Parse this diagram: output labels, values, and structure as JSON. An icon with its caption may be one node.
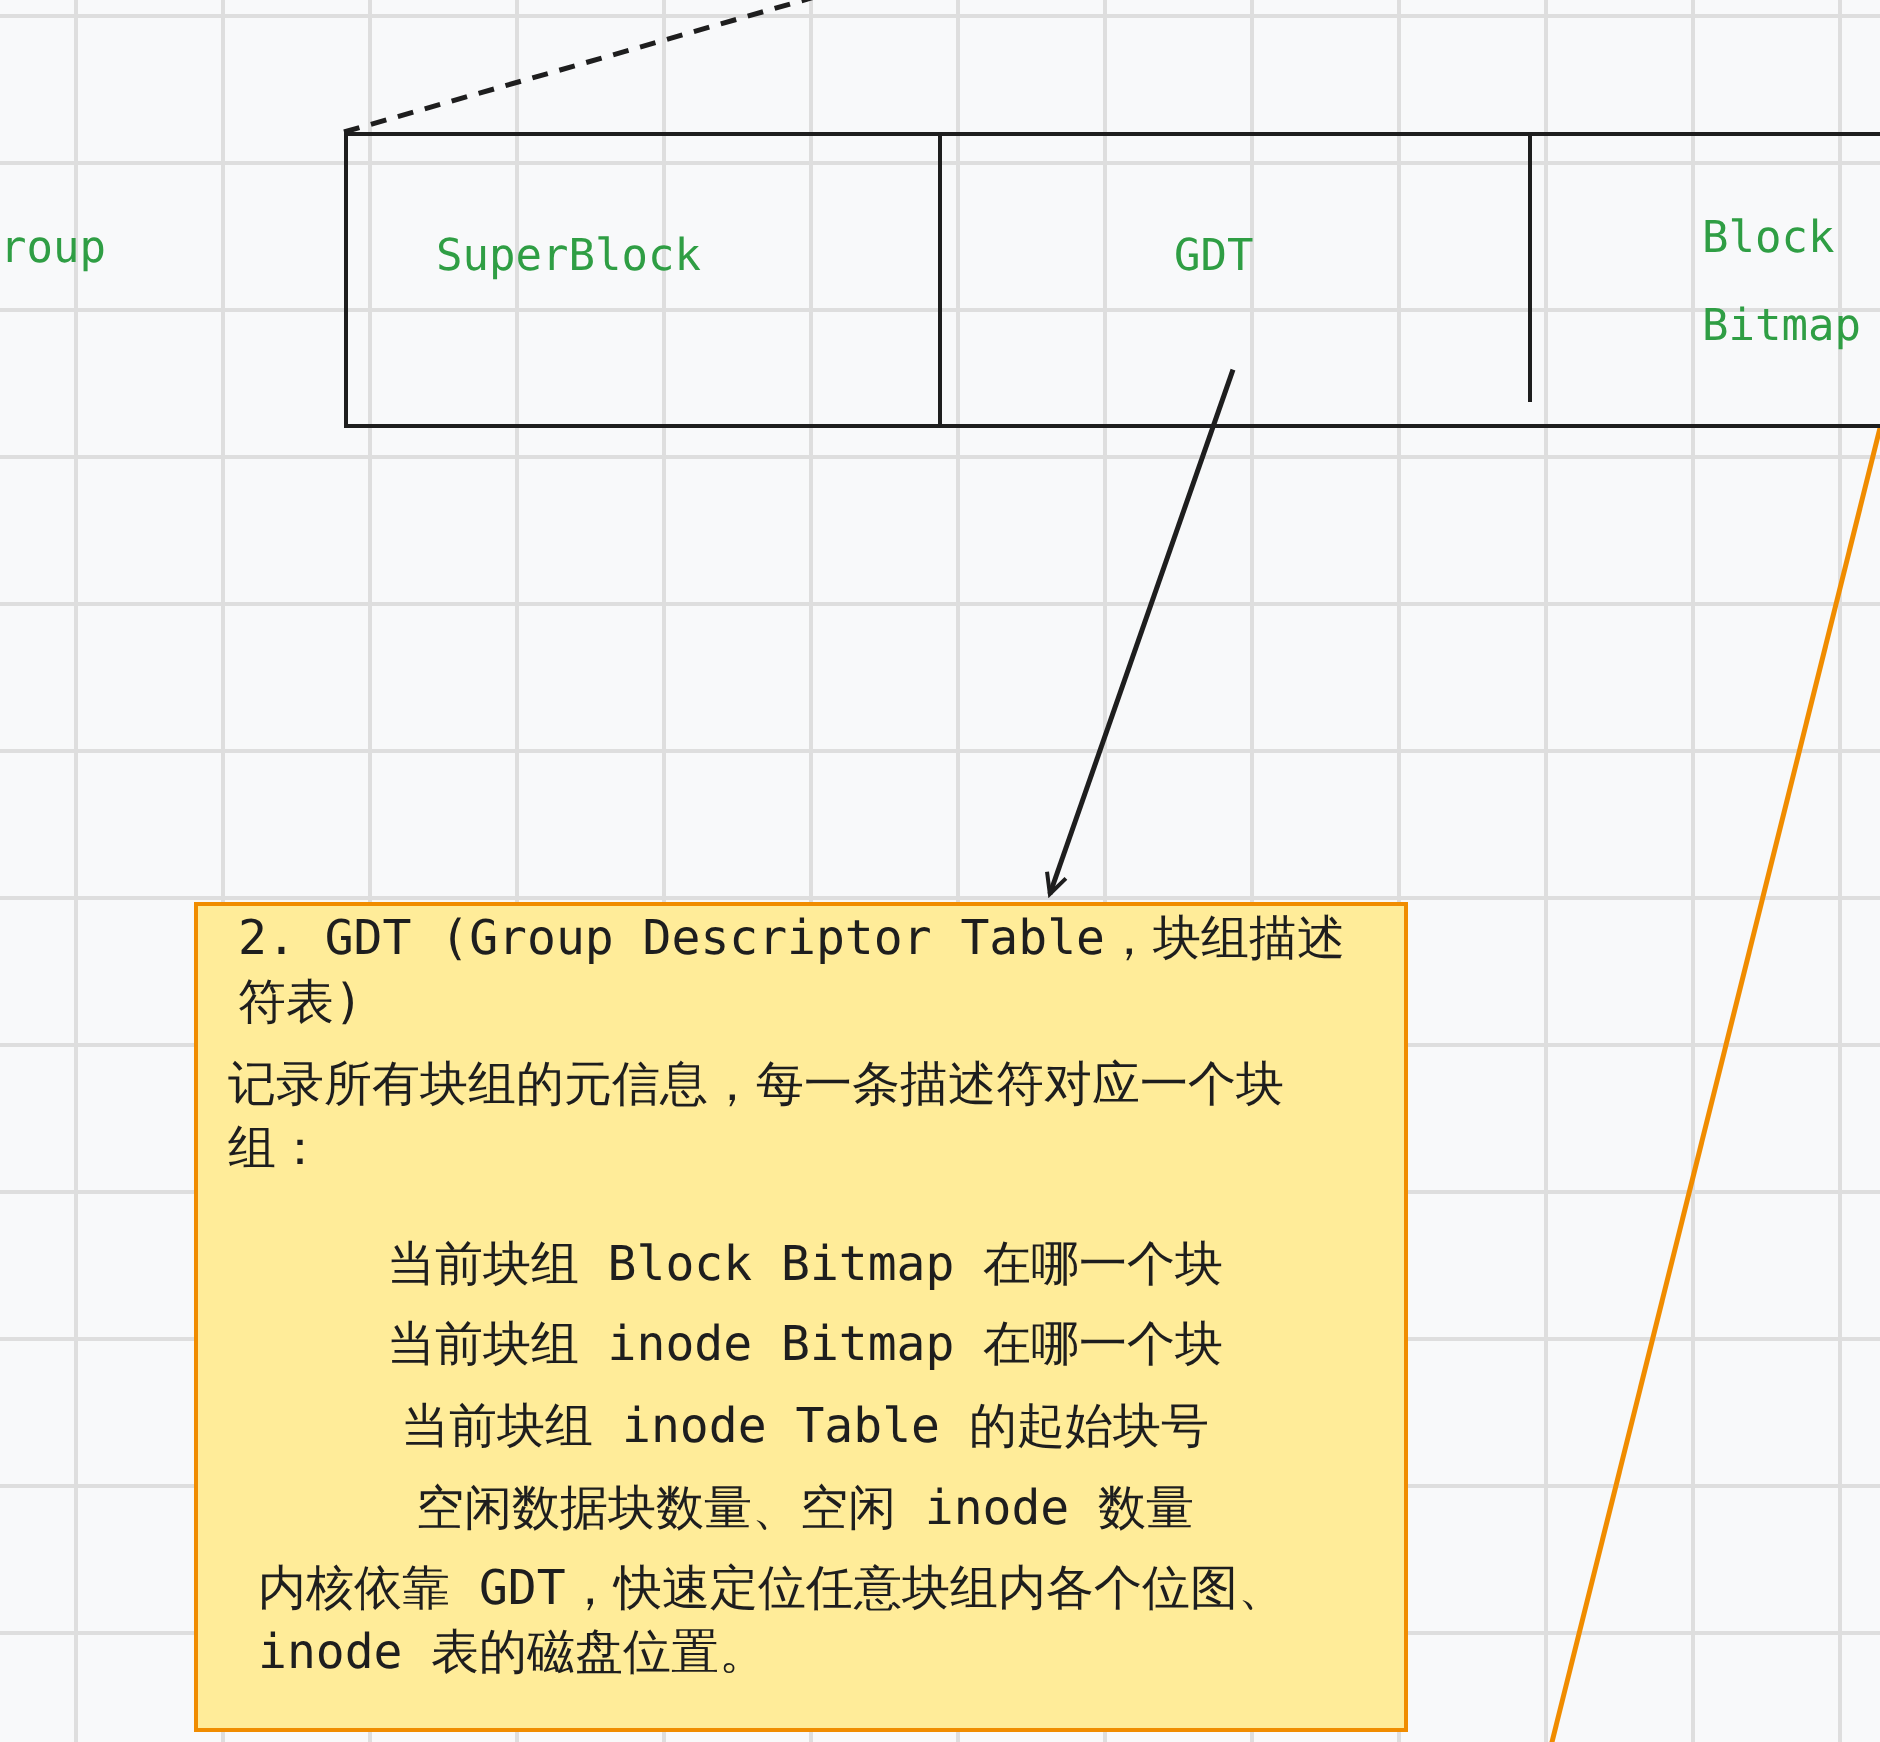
{
  "diagram": {
    "nodes": [
      {
        "text": [],
        "shape": "box"
      },
      {
        "text": [
          "SuperBlock"
        ],
        "in": 0
      },
      {
        "text": [
          "GDT"
        ],
        "in": 0
      },
      {
        "text": [
          "Block Bitmap"
        ],
        "in": 0
      },
      {
        "text": [
          "2. GDT (Group Descriptor Table，块组描述符表)",
          "记录所有块组的元信息，每一条描述符对应一个块组：",
          "当前块组 Block Bitmap 在哪一个块",
          "当前块组 inode Bitmap 在哪一个块",
          "当前块组 inode Table 的起始块号",
          "空闲数据块数量、空闲 inode 数量",
          "内核依靠 GDT，快速定位任意块组内各个位图、inode 表的磁盘位置。"
        ]
      }
    ],
    "edges": [
      {
        "from": 2,
        "to": 4,
        "arrow": "to"
      },
      {
        "from": 0,
        "to": null,
        "arrow": "none",
        "style": "dashed"
      },
      {
        "from": 3,
        "to": null,
        "arrow": "none",
        "color": "#f08c00"
      }
    ],
    "labels": [
      "roup"
    ]
  }
}
